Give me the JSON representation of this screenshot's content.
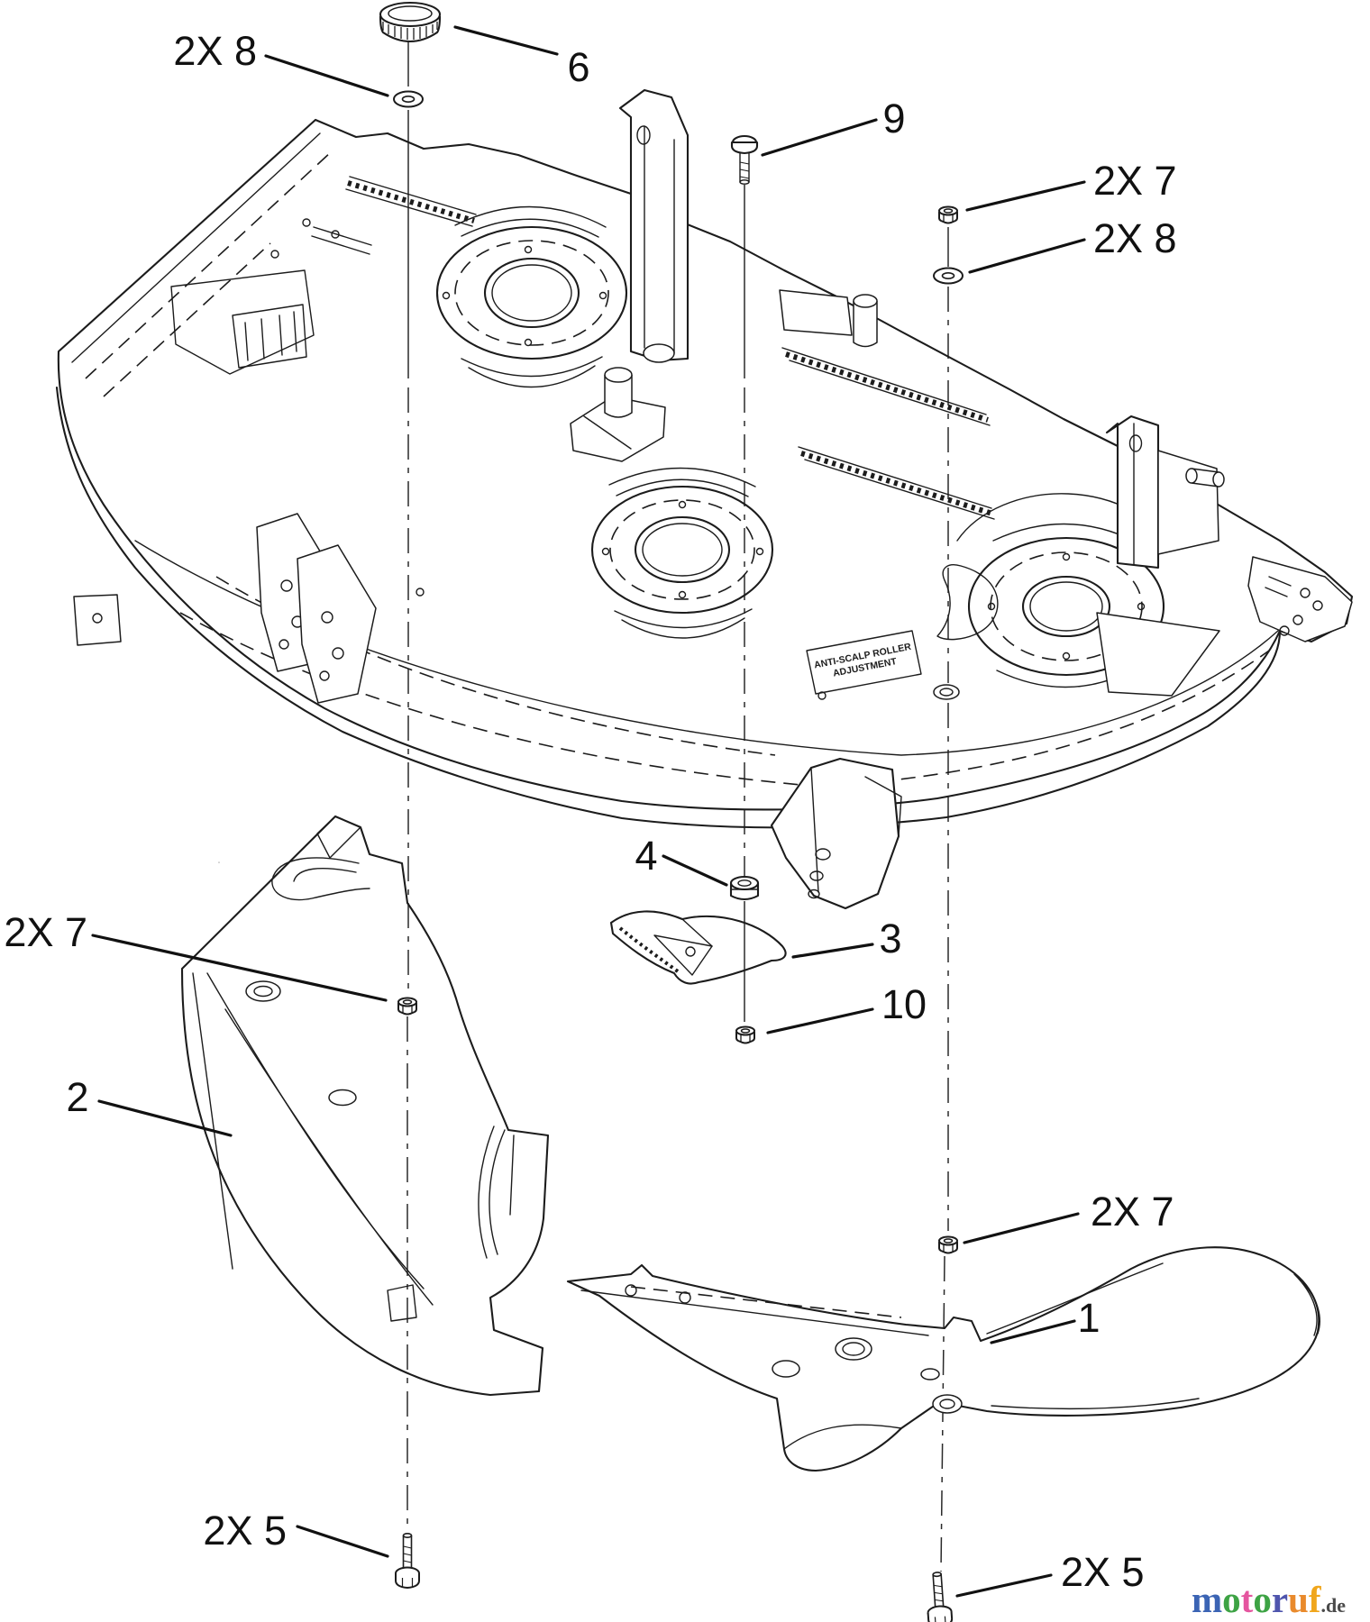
{
  "page": {
    "background": "#ffffff"
  },
  "drawing": {
    "ink": "#1c1c1c",
    "decal": {
      "line1": "ANTI-SCALP ROLLER",
      "line2": "ADJUSTMENT"
    },
    "callouts": {
      "washer_upper_left": {
        "label": "2X 8"
      },
      "knob": {
        "label": "6"
      },
      "bolt_center": {
        "label": "9"
      },
      "nut_upper_right": {
        "label": "2X 7"
      },
      "washer_upper_right": {
        "label": "2X 8"
      },
      "spacer_center": {
        "label": "4"
      },
      "deflector_wing": {
        "label": "3"
      },
      "nut_center": {
        "label": "10"
      },
      "nut_left": {
        "label": "2X 7"
      },
      "shell_left": {
        "label": "2"
      },
      "nut_lower_right": {
        "label": "2X 7"
      },
      "shell_right": {
        "label": "1"
      },
      "bolt_lower_left": {
        "label": "2X 5"
      },
      "bolt_lower_right": {
        "label": "2X 5"
      }
    }
  },
  "watermark": {
    "letters": [
      {
        "ch": "m",
        "color": "#3b64b4"
      },
      {
        "ch": "o",
        "color": "#3da344"
      },
      {
        "ch": "t",
        "color": "#e5559f"
      },
      {
        "ch": "o",
        "color": "#3da344"
      },
      {
        "ch": "r",
        "color": "#4f55ad"
      },
      {
        "ch": "u",
        "color": "#e98a2c"
      },
      {
        "ch": "f",
        "color": "#f0a61c"
      }
    ],
    "suffix": ".de",
    "suffix_color": "#4a4a4a"
  }
}
